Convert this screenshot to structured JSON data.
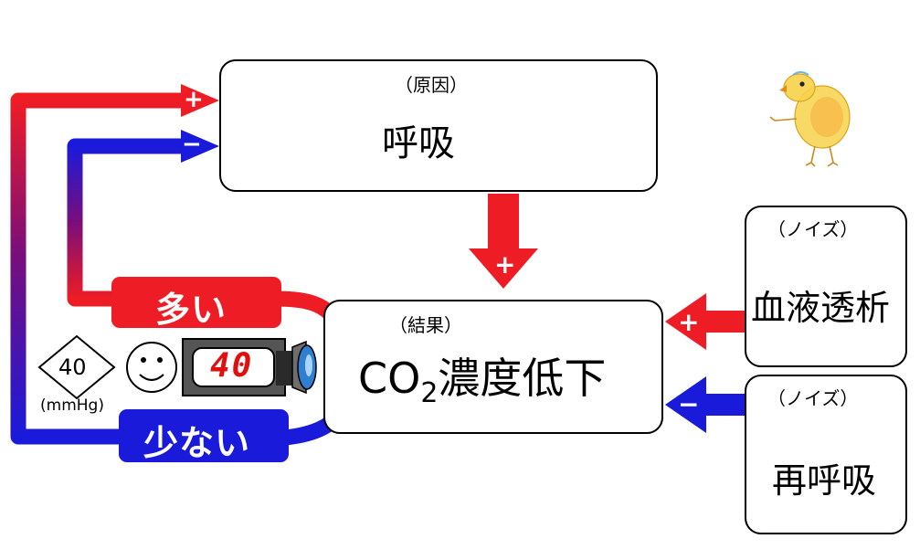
{
  "cause_box": {
    "tag": "（原因）",
    "title": "呼吸"
  },
  "result_box": {
    "tag": "（結果）",
    "title_prefix": "CO",
    "title_sub": "2",
    "title_suffix": "濃度低下"
  },
  "noise_boxes": [
    {
      "tag": "（ノイズ）",
      "title": "血液透析",
      "sign": "+"
    },
    {
      "tag": "（ノイズ）",
      "title": "再呼吸",
      "sign": "−"
    }
  ],
  "cause_to_result_sign": "+",
  "feedback_loops": [
    {
      "label": "多い",
      "sign": "+",
      "color": "#ee1c25"
    },
    {
      "label": "少ない",
      "sign": "−",
      "color": "#1a1adb"
    }
  ],
  "indicator": {
    "diamond_value": "40",
    "unit": "(mmHg)",
    "display_value": "40",
    "face_icon": "smiley-icon"
  },
  "colors": {
    "red": "#ee1c25",
    "blue": "#1a1adb",
    "gradient_mid": "#7a0e7a",
    "display_digit": "#e11010"
  },
  "mascot_icon": "chick-icon"
}
